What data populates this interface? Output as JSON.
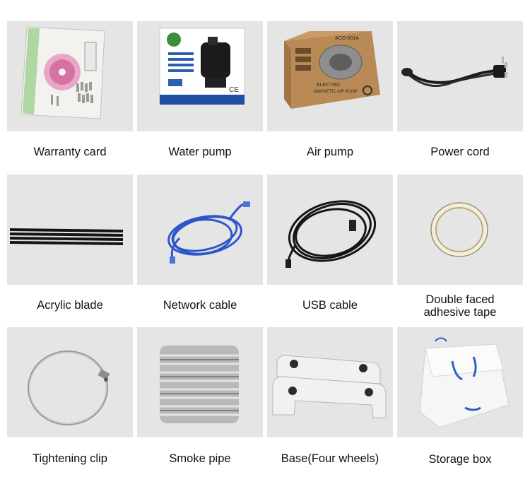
{
  "items": [
    {
      "label": "Warranty card",
      "icon": "warranty-card-icon"
    },
    {
      "label": "Water pump",
      "icon": "water-pump-icon",
      "box_text": "CE"
    },
    {
      "label": "Air pump",
      "icon": "air-pump-icon",
      "box_text_1": "ACO-001A",
      "box_text_2": "ELECTRO",
      "box_text_3": "MAGNETIC AIR PUMP"
    },
    {
      "label": "Power cord",
      "icon": "power-cord-icon"
    },
    {
      "label": "Acrylic blade",
      "icon": "acrylic-blade-icon"
    },
    {
      "label": "Network cable",
      "icon": "network-cable-icon"
    },
    {
      "label": "USB cable",
      "icon": "usb-cable-icon"
    },
    {
      "label_line1": "Double faced",
      "label_line2": "adhesive tape",
      "icon": "adhesive-tape-icon"
    },
    {
      "label": "Tightening clip",
      "icon": "tightening-clip-icon"
    },
    {
      "label": "Smoke pipe",
      "icon": "smoke-pipe-icon"
    },
    {
      "label": "Base(Four wheels)",
      "icon": "base-wheels-icon"
    },
    {
      "label": "Storage box",
      "icon": "storage-box-icon"
    }
  ],
  "colors": {
    "tile_bg": "#e5e5e6",
    "text": "#111111"
  }
}
